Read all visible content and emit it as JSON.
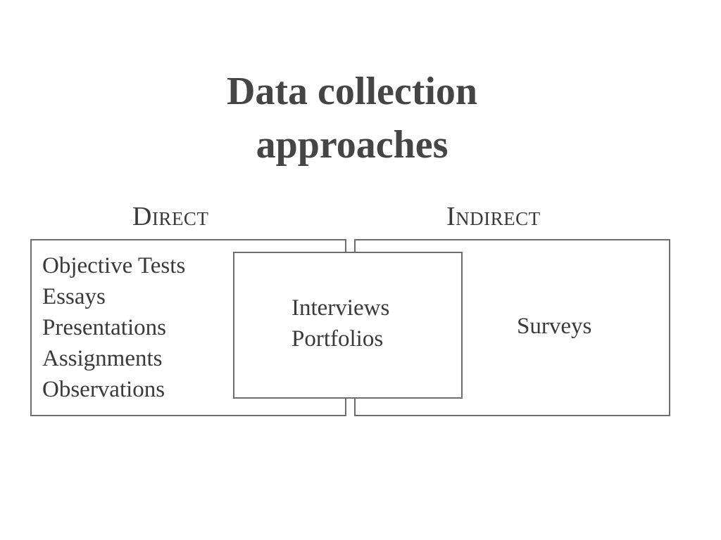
{
  "title": {
    "line1": "Data collection",
    "line2": "approaches"
  },
  "diagram": {
    "direct_heading": "Direct",
    "indirect_heading": "Indirect",
    "direct_only": [
      "Objective Tests",
      "Essays",
      "Presentations",
      "Assignments",
      "Observations"
    ],
    "both": [
      "Interviews",
      "Portfolios"
    ],
    "indirect_only": [
      "Surveys"
    ]
  },
  "colors": {
    "text": "#3a3a3a",
    "title": "#454545",
    "border": "#6e6e6e",
    "background": "#ffffff"
  }
}
